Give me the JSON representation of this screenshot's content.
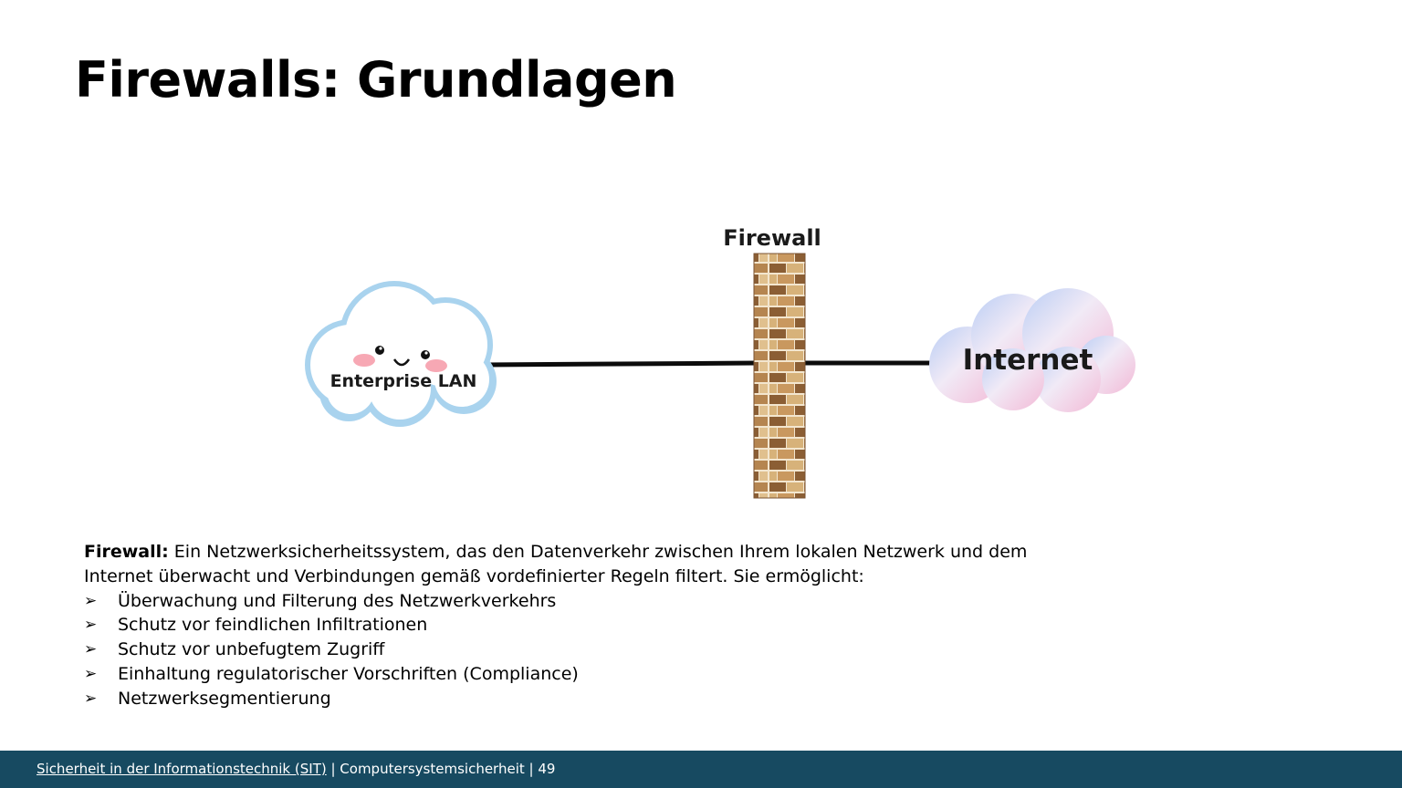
{
  "slide": {
    "title": "Firewalls: Grundlagen"
  },
  "diagram": {
    "firewall_label": "Firewall",
    "lan_label": "Enterprise LAN",
    "internet_label": "Internet"
  },
  "description": {
    "term": "Firewall:",
    "intro": " Ein Netzwerksicherheitssystem, das den Datenverkehr zwischen Ihrem lokalen Netzwerk und dem Internet überwacht und Verbindungen gemäß vordefinierter Regeln filtert. Sie ermöglicht:",
    "bullet_symbol": "➢",
    "bullets": [
      "Überwachung und Filterung des Netzwerkverkehrs",
      "Schutz vor feindlichen Infiltrationen",
      "Schutz vor unbefugtem Zugriff",
      "Einhaltung regulatorischer Vorschriften (Compliance)",
      "Netzwerksegmentierung"
    ]
  },
  "footer": {
    "course_link": "Sicherheit in der Informationstechnik (SIT)",
    "separator1": " | ",
    "section": "Computersystemsicherheit",
    "separator2": " | ",
    "page_number": "49"
  },
  "colors": {
    "footer_bg": "#174a61",
    "brick_dark": "#8b5e34",
    "brick_light": "#d7b27a",
    "lan_cloud_outline": "#a9d3ee",
    "internet_cloud_tint": "#f3c6dc"
  }
}
